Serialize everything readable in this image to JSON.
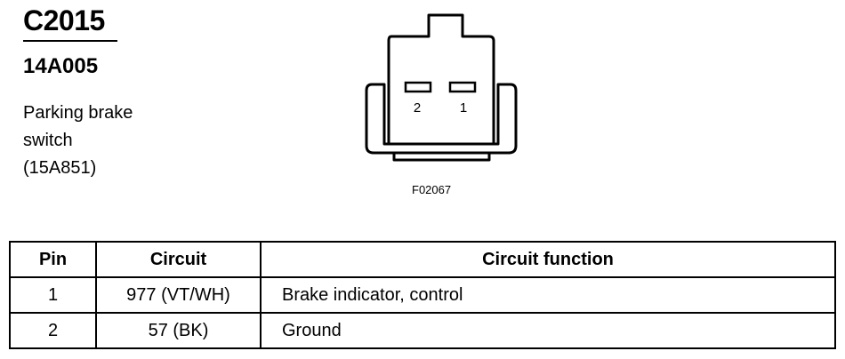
{
  "header": {
    "connector_id": "C2015",
    "part_number": "14A005",
    "description_lines": [
      "Parking brake",
      "switch",
      "(15A851)"
    ]
  },
  "connector": {
    "pin_labels": [
      "2",
      "1"
    ],
    "figure_id": "F02067"
  },
  "table": {
    "headers": [
      "Pin",
      "Circuit",
      "Circuit function"
    ],
    "rows": [
      {
        "pin": "1",
        "circuit": "977 (VT/WH)",
        "function": "Brake indicator, control"
      },
      {
        "pin": "2",
        "circuit": "57 (BK)",
        "function": "Ground"
      }
    ]
  }
}
